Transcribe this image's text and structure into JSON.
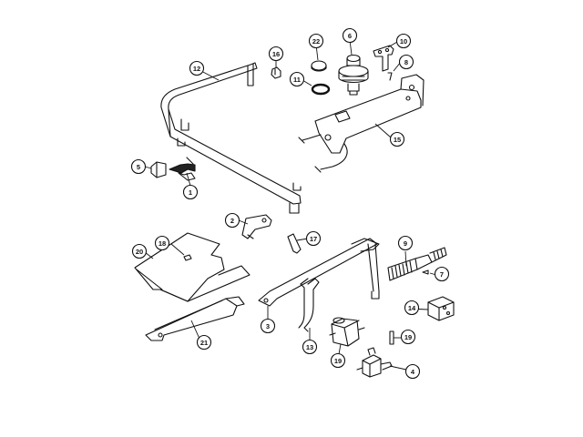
{
  "callouts": [
    {
      "num": "1",
      "part": "valve-handle"
    },
    {
      "num": "2",
      "part": "orifice-holder"
    },
    {
      "num": "3",
      "part": "burner-tube-bracket"
    },
    {
      "num": "4",
      "part": "gas-valve"
    },
    {
      "num": "5",
      "part": "valve-clip"
    },
    {
      "num": "6",
      "part": "pressure-regulator"
    },
    {
      "num": "7",
      "part": "screw"
    },
    {
      "num": "8",
      "part": "screw"
    },
    {
      "num": "9",
      "part": "igniter"
    },
    {
      "num": "10",
      "part": "bracket"
    },
    {
      "num": "11",
      "part": "o-ring"
    },
    {
      "num": "12",
      "part": "manifold-pipe"
    },
    {
      "num": "13",
      "part": "gas-tube"
    },
    {
      "num": "14",
      "part": "regulator"
    },
    {
      "num": "15",
      "part": "module"
    },
    {
      "num": "16",
      "part": "manifold-bracket"
    },
    {
      "num": "17",
      "part": "clip"
    },
    {
      "num": "19",
      "part": "clip"
    },
    {
      "num": "18",
      "part": "screw"
    },
    {
      "num": "19",
      "part": "tube-clip"
    },
    {
      "num": "20",
      "part": "support-bracket"
    },
    {
      "num": "21",
      "part": "heat-shield"
    },
    {
      "num": "22",
      "part": "cap"
    }
  ]
}
